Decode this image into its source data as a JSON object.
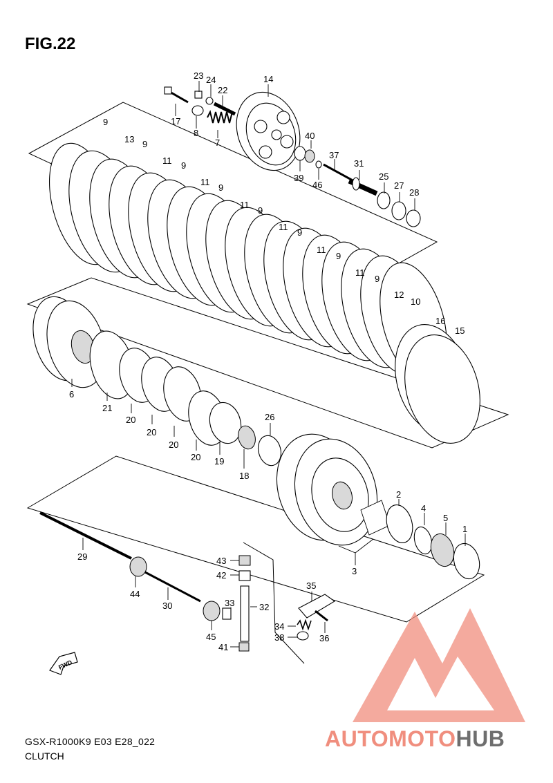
{
  "figure": {
    "title": "FIG.22",
    "model_code": "GSX-R1000K9 E03 E28_022",
    "section": "CLUTCH",
    "direction_arrow_label": "FWD"
  },
  "watermark": {
    "text_part1": "AUTOMOTO",
    "text_part2": "HUB",
    "color_primary": "#f08e7e",
    "color_secondary": "#6e6e6e"
  },
  "callouts": [
    "23",
    "24",
    "22",
    "14",
    "17",
    "8",
    "7",
    "9",
    "13",
    "9",
    "11",
    "9",
    "11",
    "9",
    "11",
    "9",
    "11",
    "9",
    "11",
    "9",
    "11",
    "9",
    "12",
    "10",
    "16",
    "15",
    "40",
    "39",
    "46",
    "37",
    "31",
    "25",
    "27",
    "28",
    "6",
    "21",
    "20",
    "20",
    "20",
    "20",
    "19",
    "26",
    "18",
    "2",
    "4",
    "5",
    "1",
    "3",
    "29",
    "44",
    "30",
    "43",
    "42",
    "33",
    "32",
    "35",
    "34",
    "38",
    "36",
    "45",
    "41"
  ]
}
